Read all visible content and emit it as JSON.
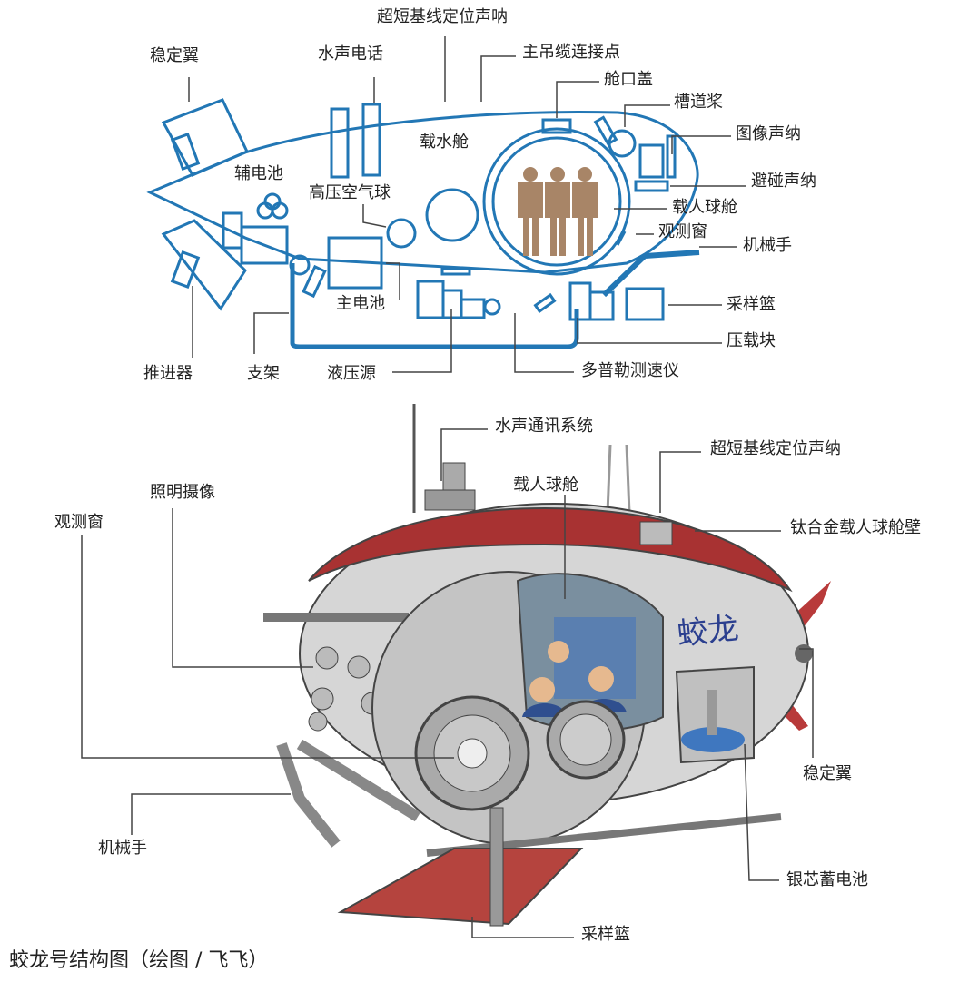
{
  "colors": {
    "schematic": "#2277b5",
    "hull_grey": "#c9c9c9",
    "hull_red": "#a83232",
    "basket_red": "#b5443e"
  },
  "top_labels": {
    "usbl": "超短基线定位声呐",
    "stabilizer": "稳定翼",
    "acoustic_phone": "水声电话",
    "main_cable": "主吊缆连接点",
    "hatch": "舱口盖",
    "tunnel_thruster": "槽道桨",
    "image_sonar": "图像声纳",
    "water_tank": "载水舱",
    "aux_battery": "辅电池",
    "collision_sonar": "避碰声纳",
    "hp_air": "高压空气球",
    "manned_sphere": "载人球舱",
    "window": "观测窗",
    "manipulator": "机械手",
    "main_battery": "主电池",
    "sample_basket": "采样篮",
    "ballast": "压载块",
    "thruster": "推进器",
    "skid": "支架",
    "hydraulic": "液压源",
    "doppler": "多普勒测速仪"
  },
  "bottom_labels": {
    "acoustic_comm": "水声通讯系统",
    "usbl": "超短基线定位声纳",
    "manned_sphere": "载人球舱",
    "lighting_camera": "照明摄像",
    "window": "观测窗",
    "titanium_wall": "钛合金载人球舱壁",
    "stabilizer": "稳定翼",
    "manipulator": "机械手",
    "battery": "银芯蓄电池",
    "sample_basket": "采样篮"
  },
  "hull_logo": "蛟龙",
  "caption": "蛟龙号结构图（绘图 / 飞飞）"
}
